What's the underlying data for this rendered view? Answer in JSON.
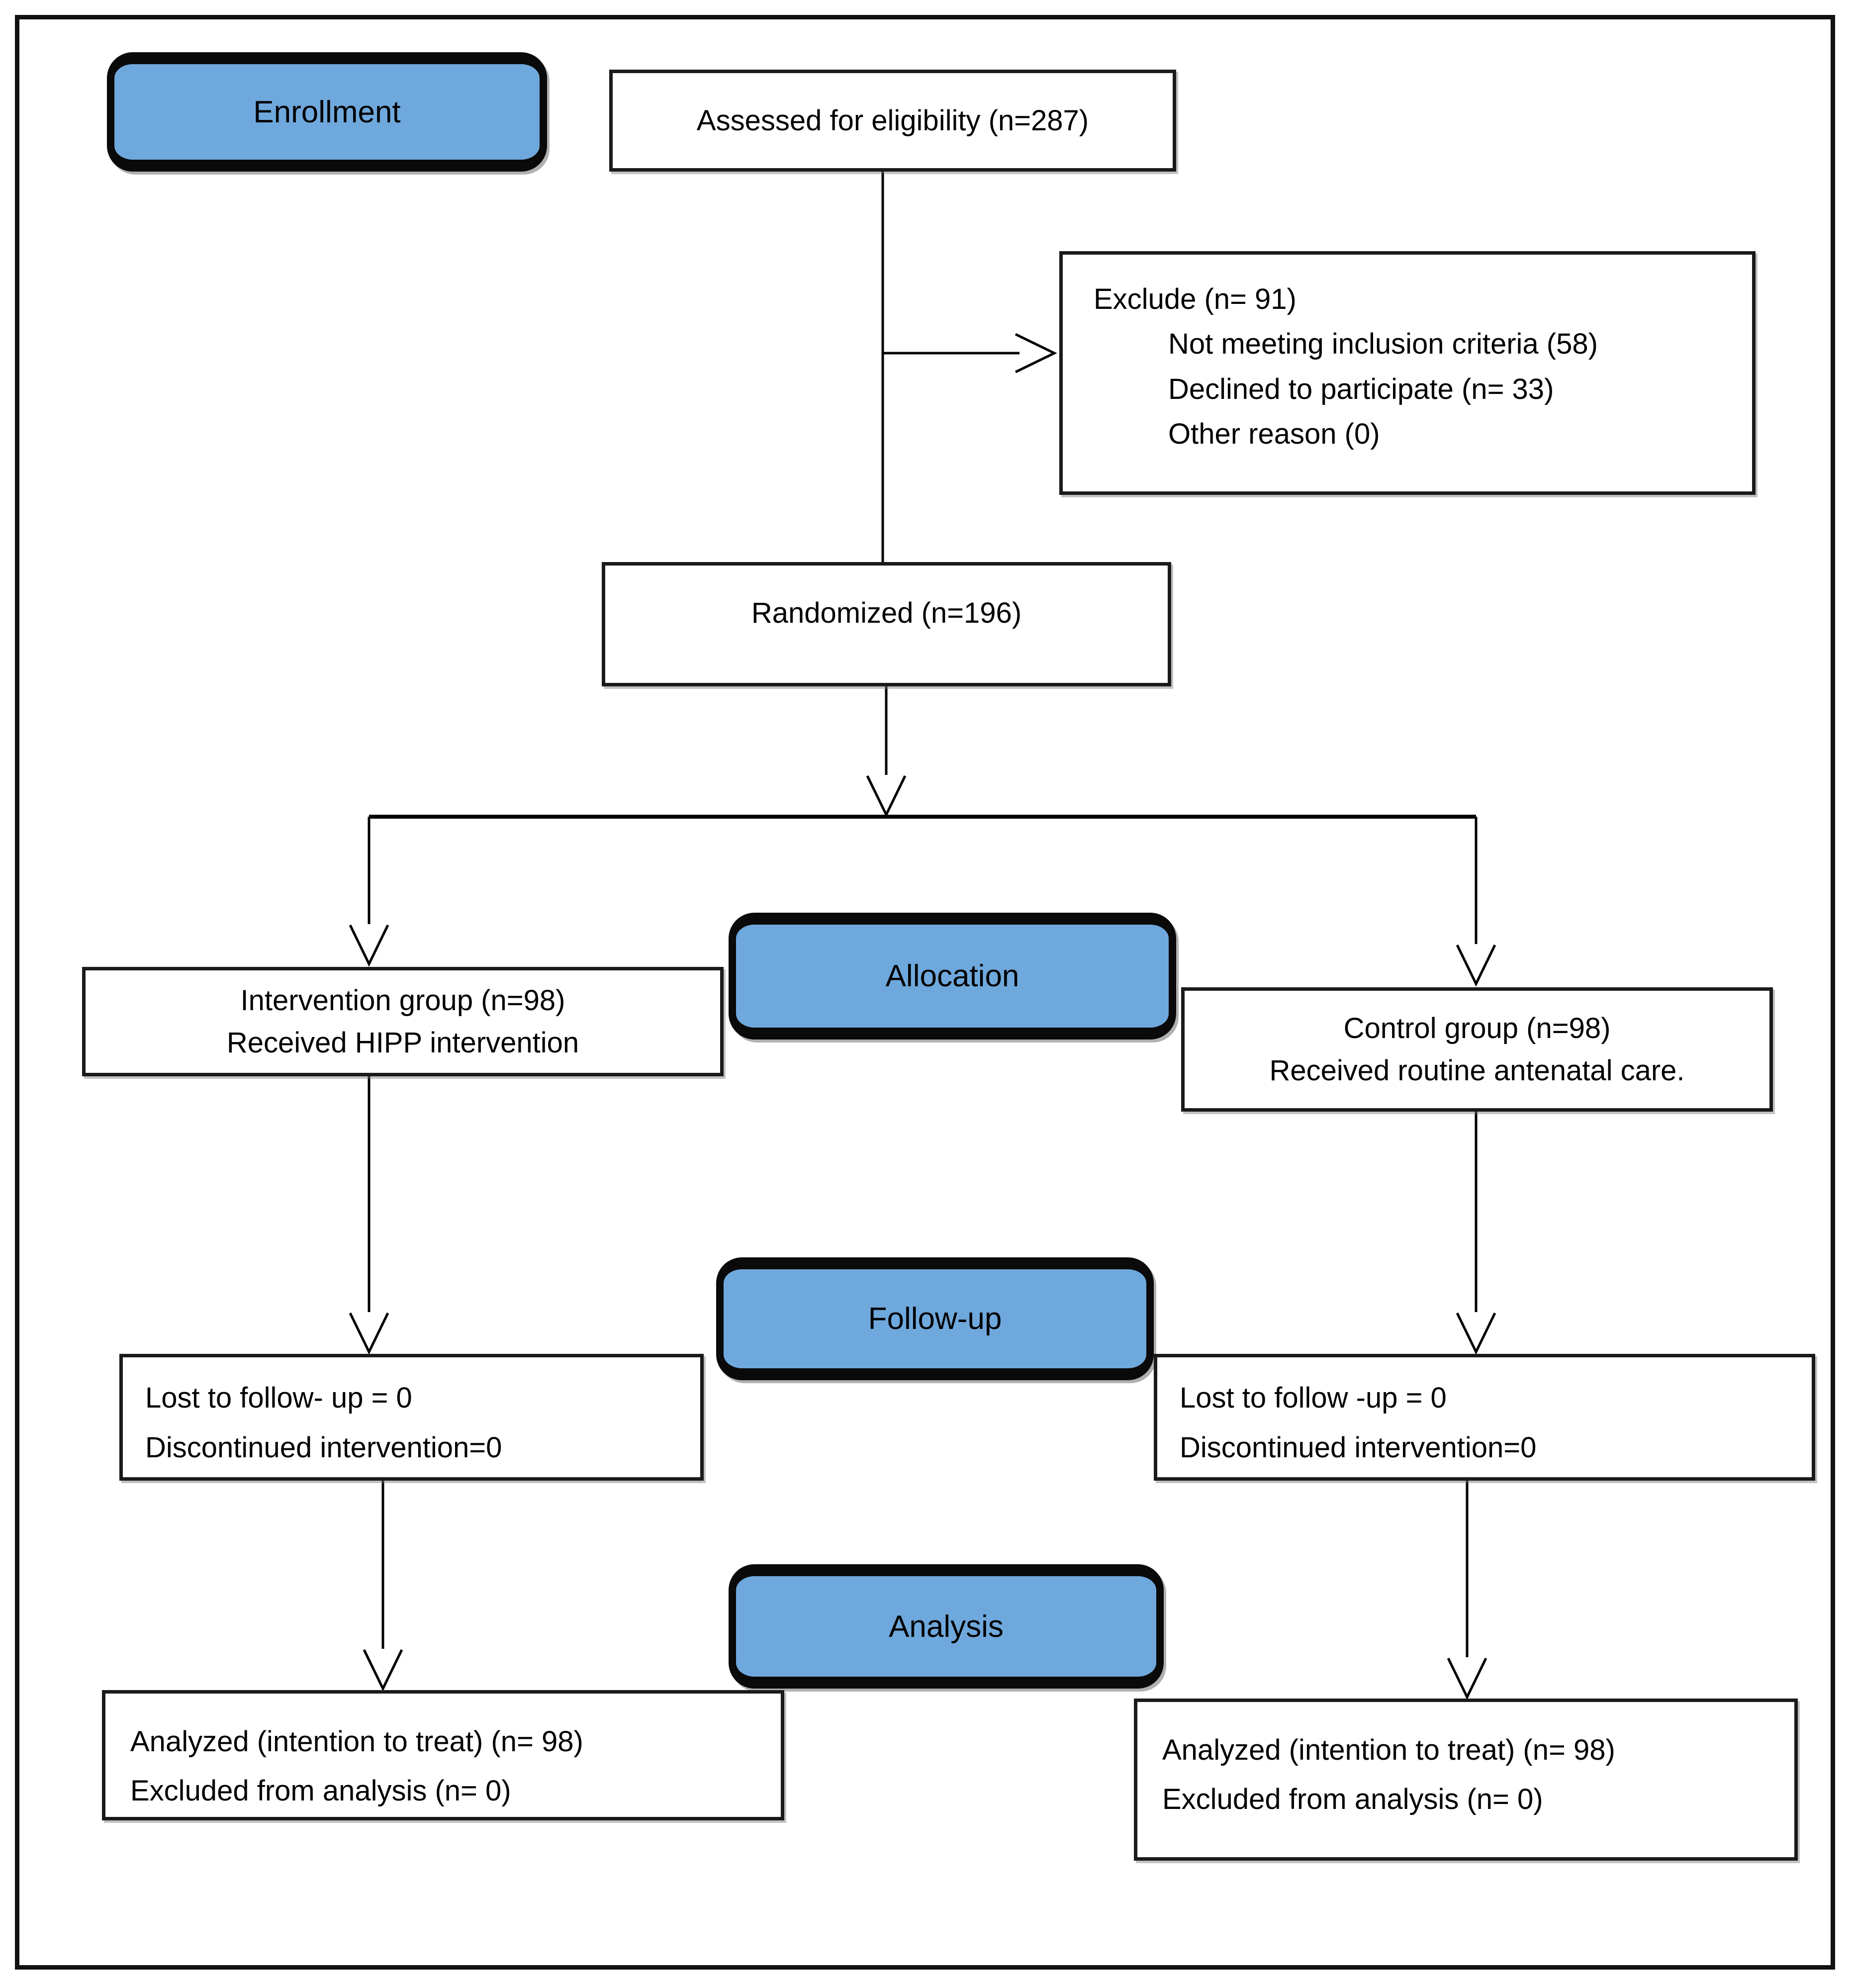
{
  "stages": {
    "enrollment": "Enrollment",
    "allocation": "Allocation",
    "followup": "Follow-up",
    "analysis": "Analysis"
  },
  "boxes": {
    "assessed": "Assessed for eligibility (n=287)",
    "exclude": {
      "title": "Exclude (n= 91)",
      "items": [
        "Not meeting inclusion criteria (58)",
        "Declined to participate (n= 33)",
        "Other reason (0)"
      ]
    },
    "randomized": "Randomized (n=196)",
    "intervention": {
      "line1": "Intervention group (n=98)",
      "line2": "Received HIPP intervention"
    },
    "control": {
      "line1": "Control group (n=98)",
      "line2": "Received routine antenatal care."
    },
    "followup_left": {
      "line1": "Lost to follow- up = 0",
      "line2": "Discontinued intervention=0"
    },
    "followup_right": {
      "line1": "Lost to follow -up = 0",
      "line2": "Discontinued intervention=0"
    },
    "analyzed_left": {
      "line1": "Analyzed (intention to treat) (n= 98)",
      "line2": "Excluded from analysis (n= 0)"
    },
    "analyzed_right": {
      "line1": "Analyzed (intention to treat) (n= 98)",
      "line2": "Excluded from analysis (n= 0)"
    }
  },
  "colors": {
    "stage_fill": "#6fa8dc",
    "line_color": "#000000",
    "border_color": "#111111",
    "background": "#ffffff"
  }
}
